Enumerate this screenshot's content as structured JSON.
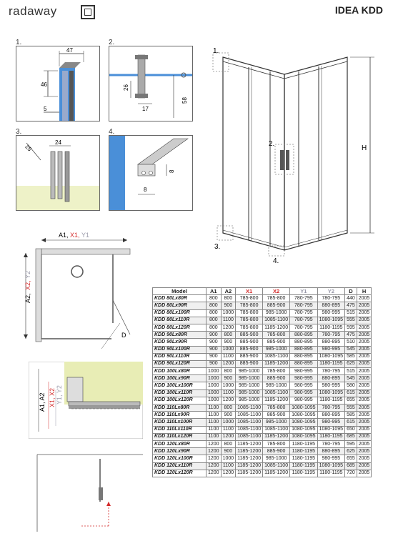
{
  "brand": {
    "logo": "radaway"
  },
  "title": "IDEA KDD",
  "details": {
    "d1": {
      "label": "1.",
      "dims": [
        "47",
        "46",
        "5"
      ]
    },
    "d2": {
      "label": "2.",
      "dims": [
        "26",
        "17",
        "58"
      ]
    },
    "d3": {
      "label": "3.",
      "dims": [
        "25",
        "24"
      ]
    },
    "d4": {
      "label": "4.",
      "dims": [
        "8",
        "8"
      ]
    }
  },
  "main_drawing": {
    "callouts": [
      "1.",
      "2.",
      "3.",
      "4."
    ],
    "height_label": "H"
  },
  "plan_view": {
    "width_label_a": "A1,",
    "width_label_x": "X1,",
    "width_label_y": "Y1",
    "depth_label_a": "A2,",
    "depth_label_x": "X2,",
    "depth_label_y": "Y2",
    "door_label": "D"
  },
  "section_view": {
    "label_a": "A1, A2",
    "label_x": "X1, X2",
    "label_y": "Y1, Y2"
  },
  "table": {
    "headers": [
      "Model",
      "A1",
      "A2",
      "X1",
      "X2",
      "Y1",
      "Y2",
      "D",
      "H"
    ],
    "rows": [
      [
        "KDD 80Lx80R",
        "800",
        "800",
        "785-800",
        "785-800",
        "780-795",
        "780-795",
        "440",
        "2005"
      ],
      [
        "KDD 80Lx90R",
        "800",
        "900",
        "785-800",
        "885-900",
        "780-795",
        "880-895",
        "475",
        "2005"
      ],
      [
        "KDD 80Lx100R",
        "800",
        "1000",
        "785-800",
        "985-1000",
        "780-795",
        "980-995",
        "515",
        "2005"
      ],
      [
        "KDD 80Lx110R",
        "800",
        "1100",
        "785-800",
        "1085-1100",
        "780-795",
        "1080-1095",
        "555",
        "2005"
      ],
      [
        "KDD 80Lx120R",
        "800",
        "1200",
        "785-800",
        "1185-1200",
        "780-795",
        "1180-1195",
        "595",
        "2005"
      ],
      [
        "KDD 90Lx80R",
        "900",
        "800",
        "885-900",
        "785-800",
        "880-895",
        "780-795",
        "475",
        "2005"
      ],
      [
        "KDD 90Lx90R",
        "900",
        "900",
        "885-900",
        "885-900",
        "880-895",
        "880-895",
        "510",
        "2005"
      ],
      [
        "KDD 90Lx100R",
        "900",
        "1000",
        "885-900",
        "985-1000",
        "880-895",
        "980-995",
        "545",
        "2005"
      ],
      [
        "KDD 90Lx110R",
        "900",
        "1100",
        "885-900",
        "1085-1100",
        "880-895",
        "1080-1095",
        "585",
        "2005"
      ],
      [
        "KDD 90Lx120R",
        "900",
        "1200",
        "885-900",
        "1185-1200",
        "880-895",
        "1180-1195",
        "625",
        "2005"
      ],
      [
        "KDD 100Lx80R",
        "1000",
        "800",
        "985-1000",
        "785-800",
        "980-995",
        "780-795",
        "515",
        "2005"
      ],
      [
        "KDD 100Lx90R",
        "1000",
        "900",
        "985-1000",
        "885-900",
        "980-995",
        "880-895",
        "545",
        "2005"
      ],
      [
        "KDD 100Lx100R",
        "1000",
        "1000",
        "985-1000",
        "985-1000",
        "980-995",
        "980-995",
        "580",
        "2005"
      ],
      [
        "KDD 100Lx110R",
        "1000",
        "1100",
        "985-1000",
        "1085-1100",
        "980-995",
        "1080-1095",
        "615",
        "2005"
      ],
      [
        "KDD 100Lx120R",
        "1000",
        "1200",
        "985-1000",
        "1185-1200",
        "980-995",
        "1180-1195",
        "655",
        "2005"
      ],
      [
        "KDD 110Lx80R",
        "1100",
        "800",
        "1085-1100",
        "785-800",
        "1080-1095",
        "780-795",
        "555",
        "2005"
      ],
      [
        "KDD 110Lx90R",
        "1100",
        "900",
        "1085-1100",
        "885-900",
        "1080-1095",
        "880-895",
        "585",
        "2005"
      ],
      [
        "KDD 110Lx100R",
        "1100",
        "1000",
        "1085-1100",
        "985-1000",
        "1080-1095",
        "980-995",
        "615",
        "2005"
      ],
      [
        "KDD 110Lx110R",
        "1100",
        "1100",
        "1085-1100",
        "1085-1100",
        "1080-1095",
        "1080-1095",
        "650",
        "2005"
      ],
      [
        "KDD 110Lx120R",
        "1100",
        "1200",
        "1085-1100",
        "1185-1200",
        "1080-1095",
        "1180-1195",
        "685",
        "2005"
      ],
      [
        "KDD 120Lx80R",
        "1200",
        "800",
        "1185-1200",
        "785-800",
        "1180-1195",
        "780-795",
        "595",
        "2005"
      ],
      [
        "KDD 120Lx90R",
        "1200",
        "900",
        "1185-1200",
        "885-900",
        "1180-1195",
        "880-895",
        "625",
        "2005"
      ],
      [
        "KDD 120Lx100R",
        "1200",
        "1000",
        "1185-1200",
        "985-1000",
        "1180-1195",
        "980-995",
        "655",
        "2005"
      ],
      [
        "KDD 120Lx110R",
        "1200",
        "1100",
        "1185-1200",
        "1085-1100",
        "1180-1195",
        "1080-1095",
        "685",
        "2005"
      ],
      [
        "KDD 120Lx120R",
        "1200",
        "1200",
        "1185-1200",
        "1185-1200",
        "1180-1195",
        "1180-1195",
        "720",
        "2005"
      ]
    ]
  },
  "colors": {
    "x_accent": "#d42a2a",
    "y_accent": "#9a9aaa",
    "glass_blue": "#4a8fd8",
    "wall_green": "#e8edb5"
  }
}
